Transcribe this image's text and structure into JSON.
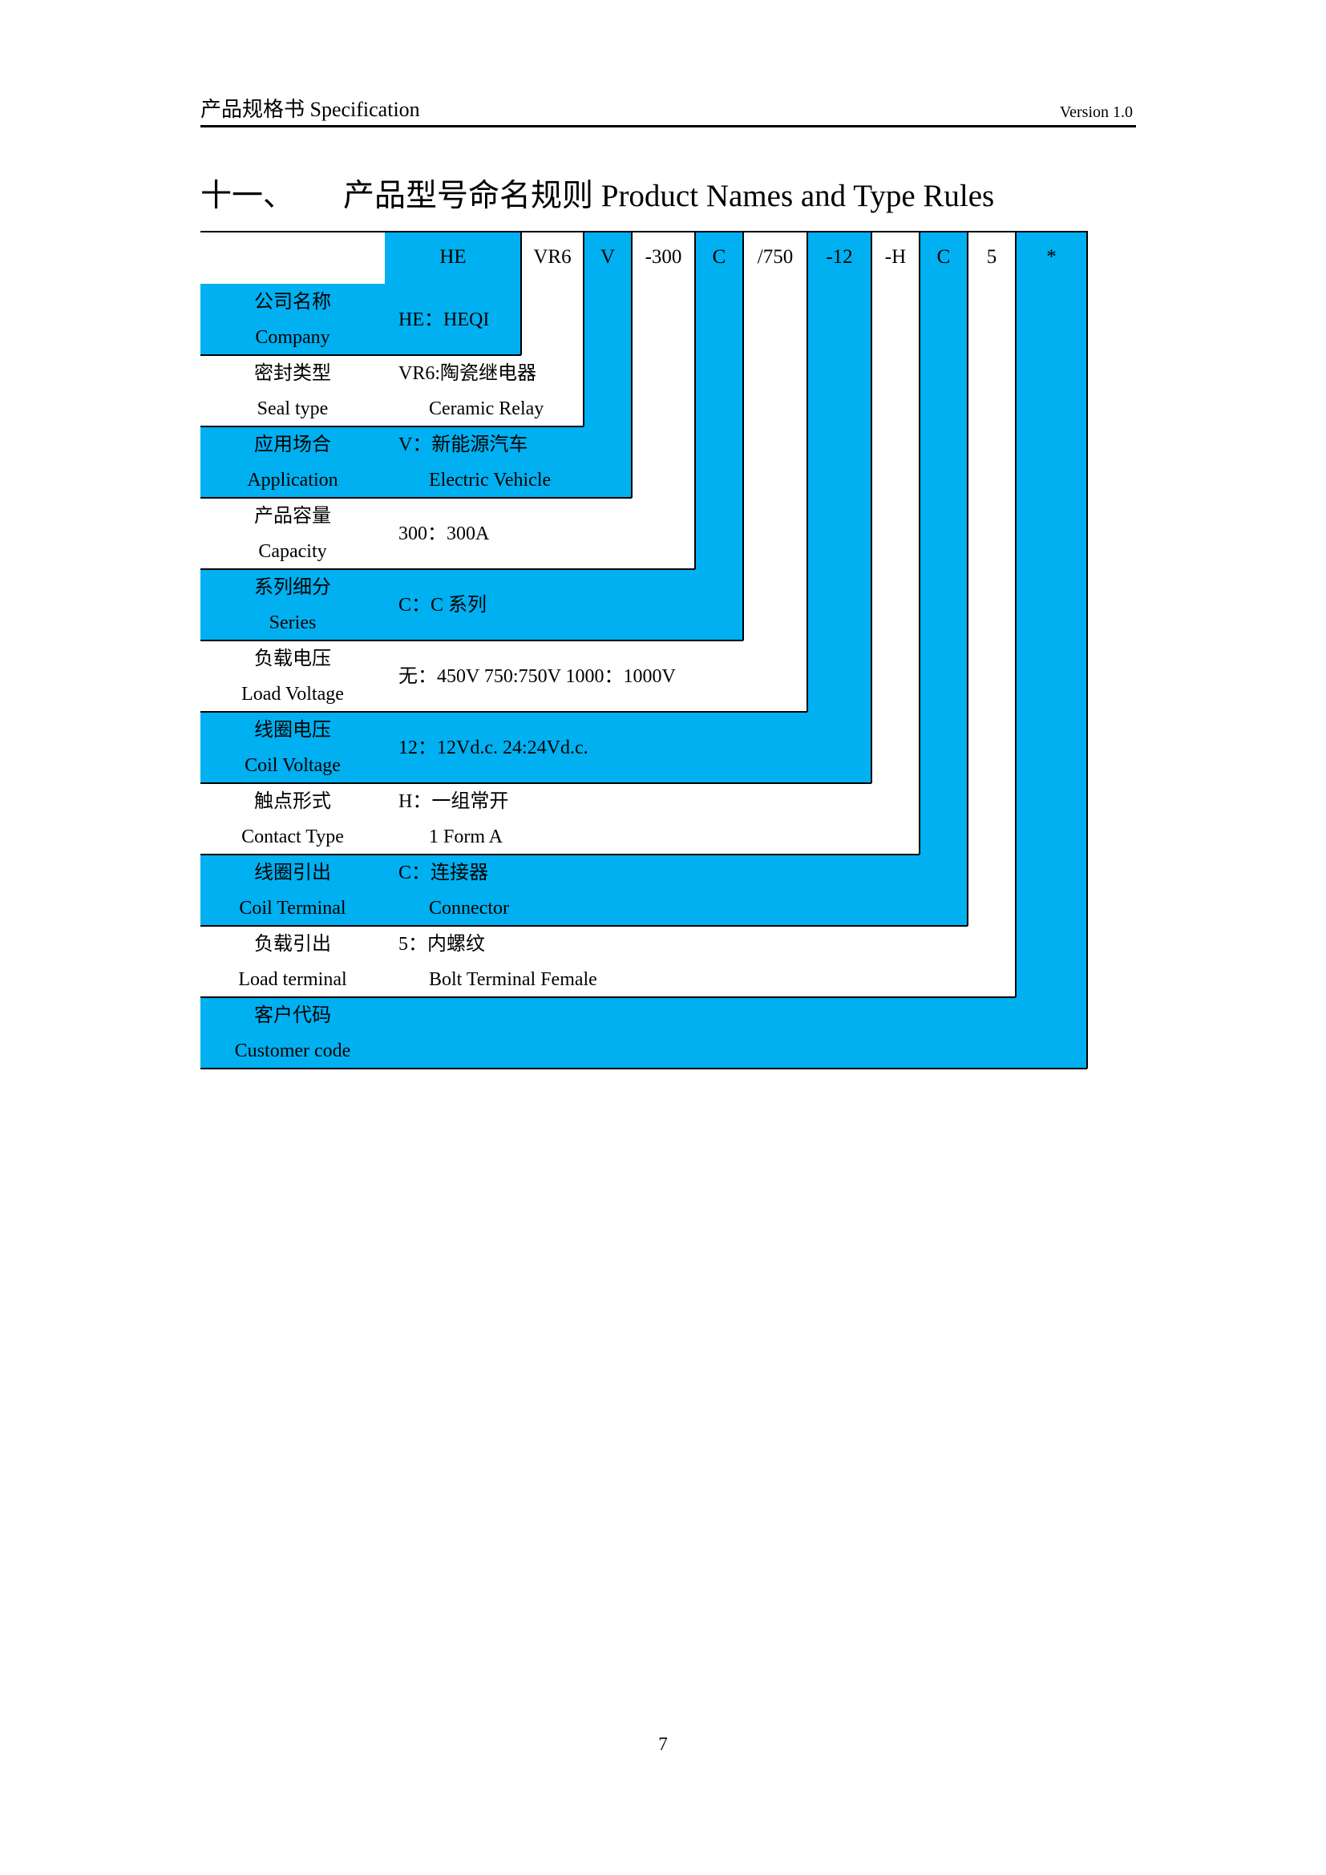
{
  "header": {
    "left": "产品规格书 Specification",
    "right": "Version 1.0"
  },
  "heading": {
    "number": "十一、",
    "title": "产品型号命名规则 Product Names and Type Rules"
  },
  "code_segments": [
    "HE",
    "VR6",
    "V",
    "-300",
    "C",
    "/750",
    "-12",
    "-H",
    "C",
    "5",
    "*"
  ],
  "rows": [
    {
      "label_cn": "公司名称",
      "label_en": "Company",
      "desc_1": "HE：HEQI",
      "desc_2": ""
    },
    {
      "label_cn": "密封类型",
      "label_en": "Seal type",
      "desc_1": "VR6:陶瓷继电器",
      "desc_2": "Ceramic Relay"
    },
    {
      "label_cn": "应用场合",
      "label_en": "Application",
      "desc_1": "V：新能源汽车",
      "desc_2": "Electric Vehicle"
    },
    {
      "label_cn": "产品容量",
      "label_en": "Capacity",
      "desc_1": "300：300A",
      "desc_2": ""
    },
    {
      "label_cn": "系列细分",
      "label_en": "Series",
      "desc_1": "C：C 系列",
      "desc_2": ""
    },
    {
      "label_cn": "负载电压",
      "label_en": "Load Voltage",
      "desc_1": "无：450V 750:750V 1000：1000V",
      "desc_2": ""
    },
    {
      "label_cn": "线圈电压",
      "label_en": "Coil Voltage",
      "desc_1": "12：12Vd.c. 24:24Vd.c.",
      "desc_2": ""
    },
    {
      "label_cn": "触点形式",
      "label_en": "Contact Type",
      "desc_1": "H：一组常开",
      "desc_2": "1 Form A"
    },
    {
      "label_cn": "线圈引出",
      "label_en": "Coil Terminal",
      "desc_1": "C：连接器",
      "desc_2": "Connector"
    },
    {
      "label_cn": "负载引出",
      "label_en": "Load terminal",
      "desc_1": "5：内螺纹",
      "desc_2": "Bolt Terminal Female"
    },
    {
      "label_cn": "客户代码",
      "label_en": "Customer code",
      "desc_1": "",
      "desc_2": ""
    }
  ],
  "page_number": "7",
  "colors": {
    "accent_blue": "#00b0f0"
  }
}
